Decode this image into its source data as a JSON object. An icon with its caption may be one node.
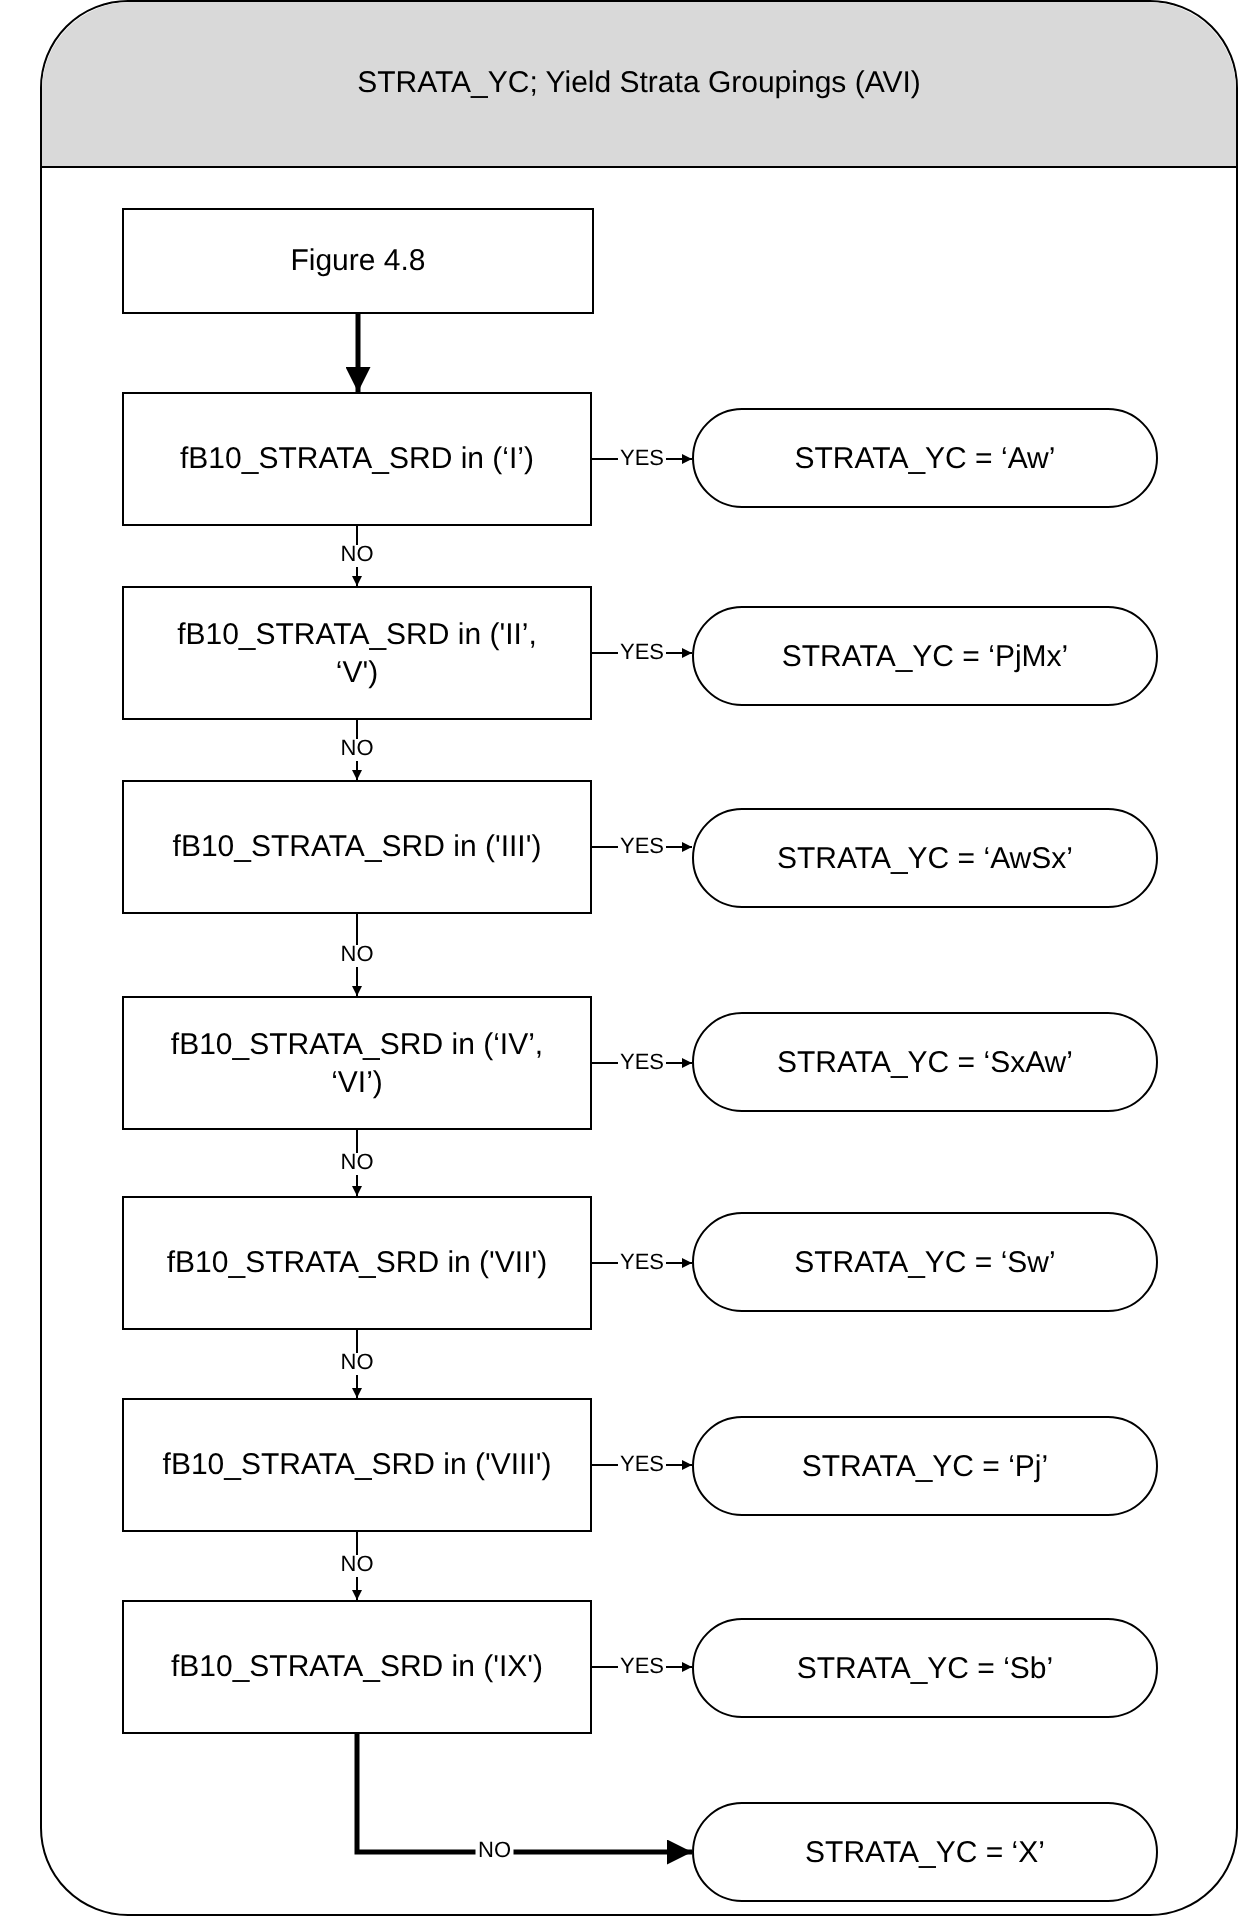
{
  "diagram": {
    "nodes": [
      {
        "text": [
          "STRATA_YC; Yield Strata Groupings (AVI)"
        ]
      },
      {
        "text": [
          "Figure 4.8"
        ],
        "in": 0
      },
      {
        "text": [
          "fB10_STRATA_SRD in (‘I’)"
        ],
        "in": 0
      },
      {
        "text": [
          "STRATA_YC = ‘Aw’"
        ],
        "in": 0
      },
      {
        "text": [
          "fB10_STRATA_SRD in ('II’, ‘V')"
        ],
        "in": 0
      },
      {
        "text": [
          "STRATA_YC = ‘PjMx’"
        ],
        "in": 0
      },
      {
        "text": [
          "fB10_STRATA_SRD in ('III')"
        ],
        "in": 0
      },
      {
        "text": [
          "STRATA_YC = ‘AwSx’"
        ],
        "in": 0
      },
      {
        "text": [
          "fB10_STRATA_SRD in (‘IV’, ‘VI’)"
        ],
        "in": 0
      },
      {
        "text": [
          "STRATA_YC = ‘SxAw’"
        ],
        "in": 0
      },
      {
        "text": [
          "fB10_STRATA_SRD in ('VII')"
        ],
        "in": 0
      },
      {
        "text": [
          "STRATA_YC = ‘Sw’"
        ],
        "in": 0
      },
      {
        "text": [
          "fB10_STRATA_SRD in ('VIII')"
        ],
        "in": 0
      },
      {
        "text": [
          "STRATA_YC = ‘Pj’"
        ],
        "in": 0
      },
      {
        "text": [
          "fB10_STRATA_SRD in ('IX')"
        ],
        "in": 0
      },
      {
        "text": [
          "STRATA_YC = ‘Sb’"
        ],
        "in": 0
      },
      {
        "text": [
          "STRATA_YC = ‘X’"
        ],
        "in": 0
      }
    ],
    "edges": [
      {
        "from": 1,
        "to": 2,
        "arrow": "to",
        "style": "thick"
      },
      {
        "from": 2,
        "to": 3,
        "arrow": "to",
        "label": "YES"
      },
      {
        "from": 2,
        "to": 4,
        "arrow": "to",
        "label": "NO"
      },
      {
        "from": 4,
        "to": 5,
        "arrow": "to",
        "label": "YES"
      },
      {
        "from": 4,
        "to": 6,
        "arrow": "to",
        "label": "NO"
      },
      {
        "from": 6,
        "to": 7,
        "arrow": "to",
        "label": "YES"
      },
      {
        "from": 6,
        "to": 8,
        "arrow": "to",
        "label": "NO"
      },
      {
        "from": 8,
        "to": 9,
        "arrow": "to",
        "label": "YES"
      },
      {
        "from": 8,
        "to": 10,
        "arrow": "to",
        "label": "NO"
      },
      {
        "from": 10,
        "to": 11,
        "arrow": "to",
        "label": "YES"
      },
      {
        "from": 10,
        "to": 12,
        "arrow": "to",
        "label": "NO"
      },
      {
        "from": 12,
        "to": 13,
        "arrow": "to",
        "label": "YES"
      },
      {
        "from": 12,
        "to": 14,
        "arrow": "to",
        "label": "NO"
      },
      {
        "from": 14,
        "to": 15,
        "arrow": "to",
        "label": "YES"
      },
      {
        "from": 14,
        "to": 16,
        "arrow": "to",
        "label": "NO",
        "style": "thick"
      }
    ]
  }
}
